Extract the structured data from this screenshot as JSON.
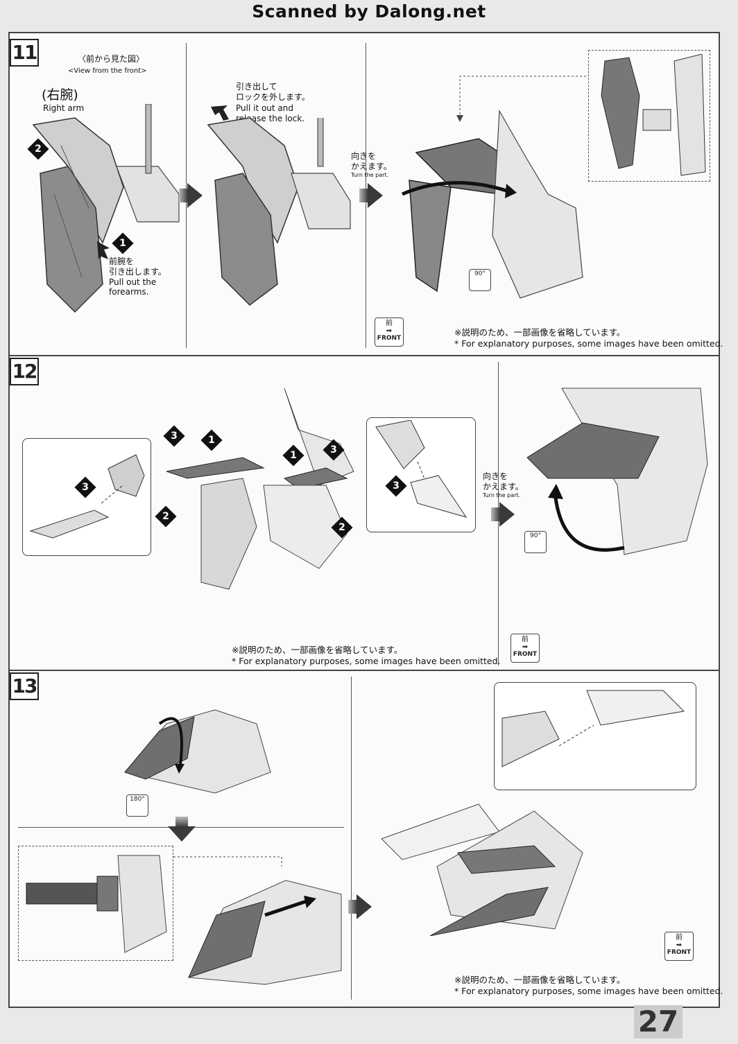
{
  "header": {
    "banner": "Scanned by Dalong.net"
  },
  "page_number": "27",
  "step11": {
    "number": "11",
    "view_from_front_jp": "〈前から見た図〉",
    "view_from_front_en": "<View from the front>",
    "right_arm_jp": "(右腕)",
    "right_arm_en": "Right arm",
    "forearm_jp_1": "前腕を",
    "forearm_jp_2": "引き出します。",
    "forearm_en_1": "Pull out the",
    "forearm_en_2": "forearms.",
    "lock_jp_1": "引き出して",
    "lock_jp_2": "ロックを外します。",
    "lock_en_1": "Pull it out and",
    "lock_en_2": "release the lock.",
    "turn_jp_1": "向きを",
    "turn_jp_2": "かえます。",
    "turn_en": "Turn the part.",
    "turn_angle": "90°",
    "front_jp": "前",
    "front_en": "FRONT",
    "note_jp": "※説明のため、一部画像を省略しています。",
    "note_en": "* For explanatory purposes, some images have been omitted."
  },
  "step12": {
    "number": "12",
    "turn_jp_1": "向きを",
    "turn_jp_2": "かえます。",
    "turn_en": "Turn the part.",
    "turn_angle": "90°",
    "front_jp": "前",
    "front_en": "FRONT",
    "note_jp": "※説明のため、一部画像を省略しています。",
    "note_en": "* For explanatory purposes, some images have been omitted."
  },
  "step13": {
    "number": "13",
    "turn_angle": "180°",
    "front_jp": "前",
    "front_en": "FRONT",
    "note_jp": "※説明のため、一部画像を省略しています。",
    "note_en": "* For explanatory purposes, some images have been omitted."
  },
  "markers": {
    "one": "1",
    "two": "2",
    "three": "3"
  }
}
